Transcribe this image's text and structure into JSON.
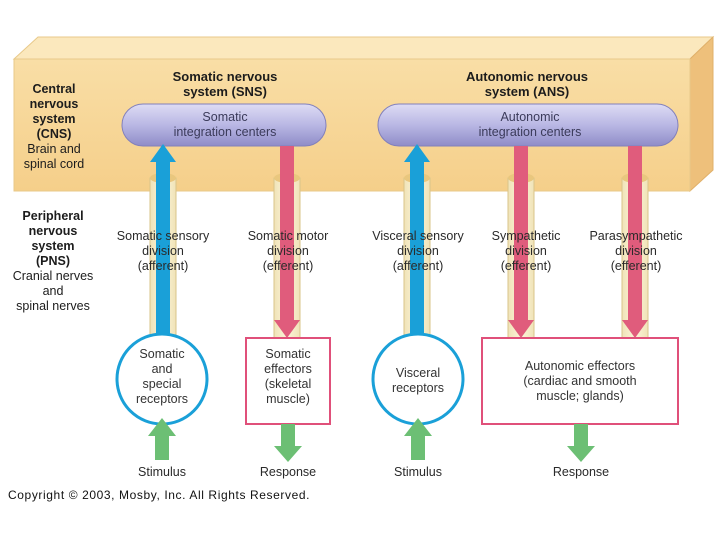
{
  "headers": {
    "sns": [
      "Somatic nervous",
      "system (SNS)"
    ],
    "ans": [
      "Autonomic nervous",
      "system (ANS)"
    ]
  },
  "cns": {
    "bold": [
      "Central",
      "nervous",
      "system",
      "(CNS)"
    ],
    "normal": [
      "Brain and",
      "spinal cord"
    ]
  },
  "pns": {
    "bold": [
      "Peripheral",
      "nervous",
      "system",
      "(PNS)"
    ],
    "normal": [
      "Cranial nerves",
      "and",
      "spinal nerves"
    ]
  },
  "centers": {
    "somatic": [
      "Somatic",
      "integration centers"
    ],
    "autonomic": [
      "Autonomic",
      "integration centers"
    ]
  },
  "divisions": [
    {
      "name": "Somatic sensory",
      "lines": [
        "division",
        "(afferent)"
      ]
    },
    {
      "name": "Somatic motor",
      "lines": [
        "division",
        "(efferent)"
      ]
    },
    {
      "name": "Visceral sensory",
      "lines": [
        "division",
        "(afferent)"
      ]
    },
    {
      "name": "Sympathetic",
      "lines": [
        "division",
        "(efferent)"
      ]
    },
    {
      "name": "Parasympathetic",
      "lines": [
        "division",
        "(efferent)"
      ]
    }
  ],
  "peripheral": {
    "somatic_receptors": [
      "Somatic",
      "and",
      "special",
      "receptors"
    ],
    "somatic_effectors": [
      "Somatic",
      "effectors",
      "(skeletal",
      "muscle)"
    ],
    "visceral_receptors": [
      "Visceral",
      "receptors"
    ],
    "autonomic_effectors": [
      "Autonomic effectors",
      "(cardiac and smooth",
      "muscle; glands)"
    ]
  },
  "bottom": [
    "Stimulus",
    "Response",
    "Stimulus",
    "Response"
  ],
  "copyright": "Copyright © 2003, Mosby, Inc. All Rights Reserved.",
  "colors": {
    "cns_band": "#f7d595",
    "afferent": "#1aa0d8",
    "efferent": "#e05c7c",
    "stimulus": "#6cbf74",
    "pill": "#b7b6e2",
    "box_border": "#e0507a"
  }
}
